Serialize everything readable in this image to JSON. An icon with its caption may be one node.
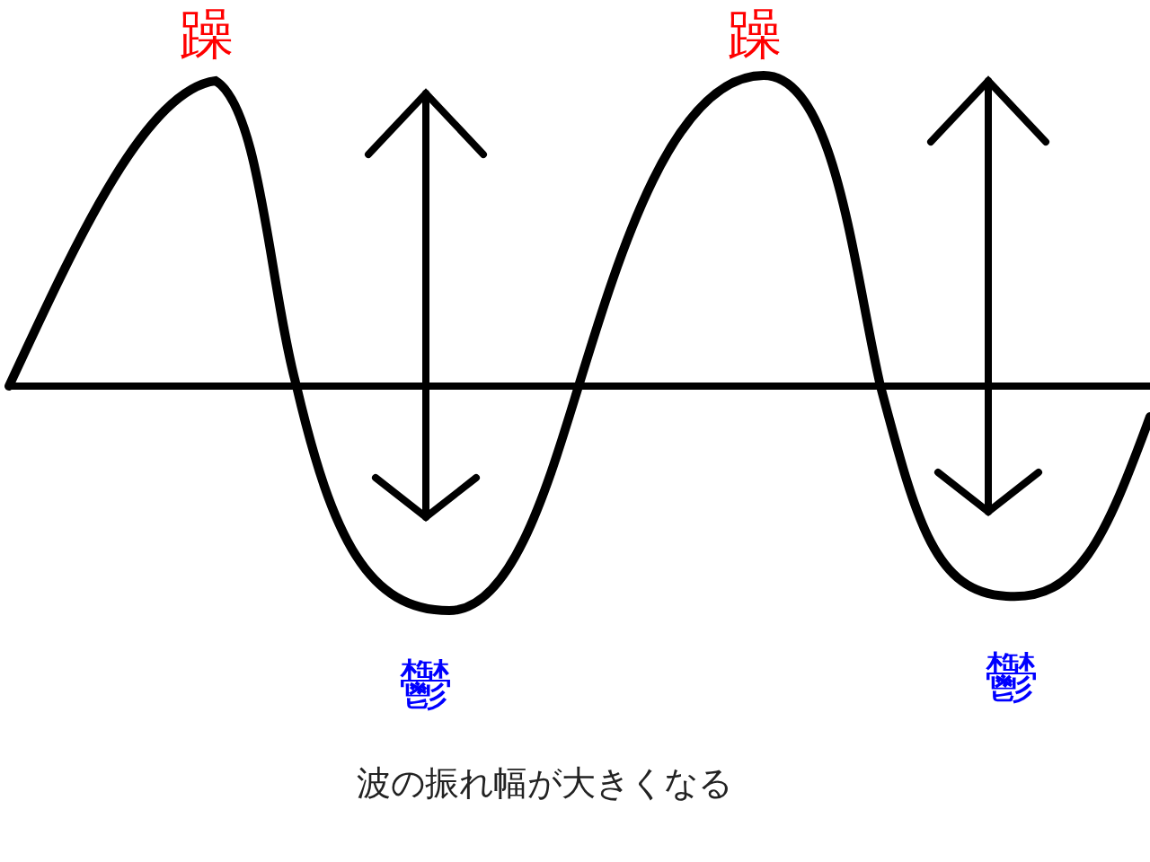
{
  "diagram": {
    "labels": [
      "躁",
      "躁",
      "鬱",
      "鬱",
      "波の振れ幅が大きくなる"
    ]
  }
}
